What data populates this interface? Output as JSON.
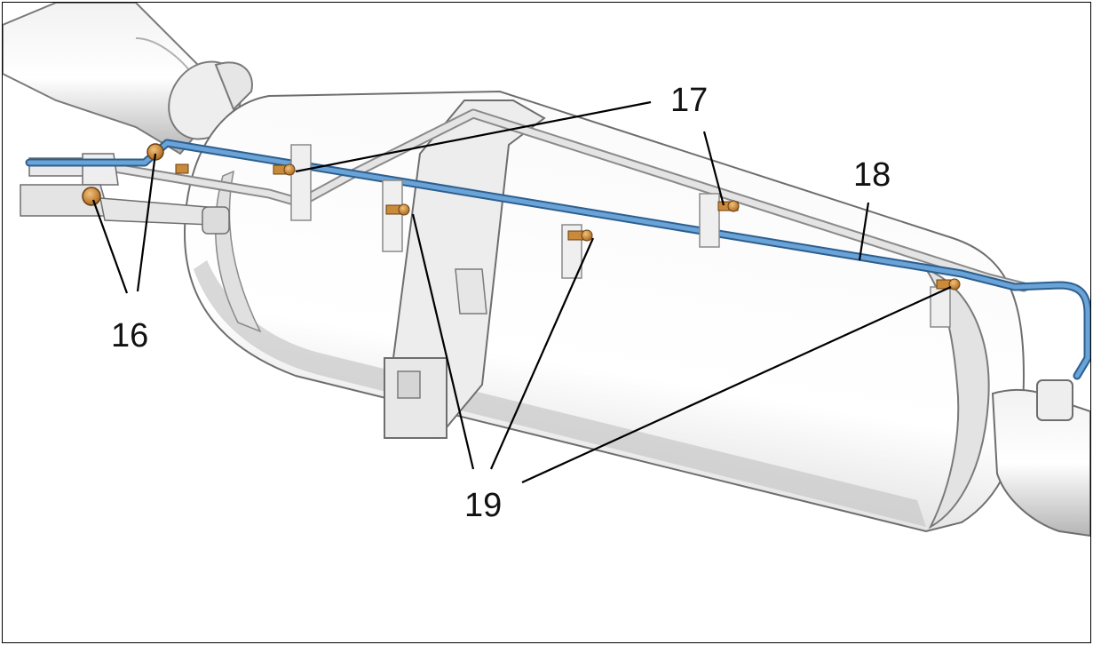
{
  "figure": {
    "callouts": [
      {
        "id": "16",
        "label": "16"
      },
      {
        "id": "17",
        "label": "17"
      },
      {
        "id": "18",
        "label": "18"
      },
      {
        "id": "19",
        "label": "19"
      }
    ]
  },
  "colors": {
    "metal_light": "#f4f4f4",
    "metal_mid": "#d9d9d9",
    "metal_dark": "#9a9a9a",
    "pipe_blue": "#4a86c0",
    "pipe_blue_dark": "#2d5f8e",
    "fastener_orange": "#c98a3a",
    "leader": "#000000"
  }
}
